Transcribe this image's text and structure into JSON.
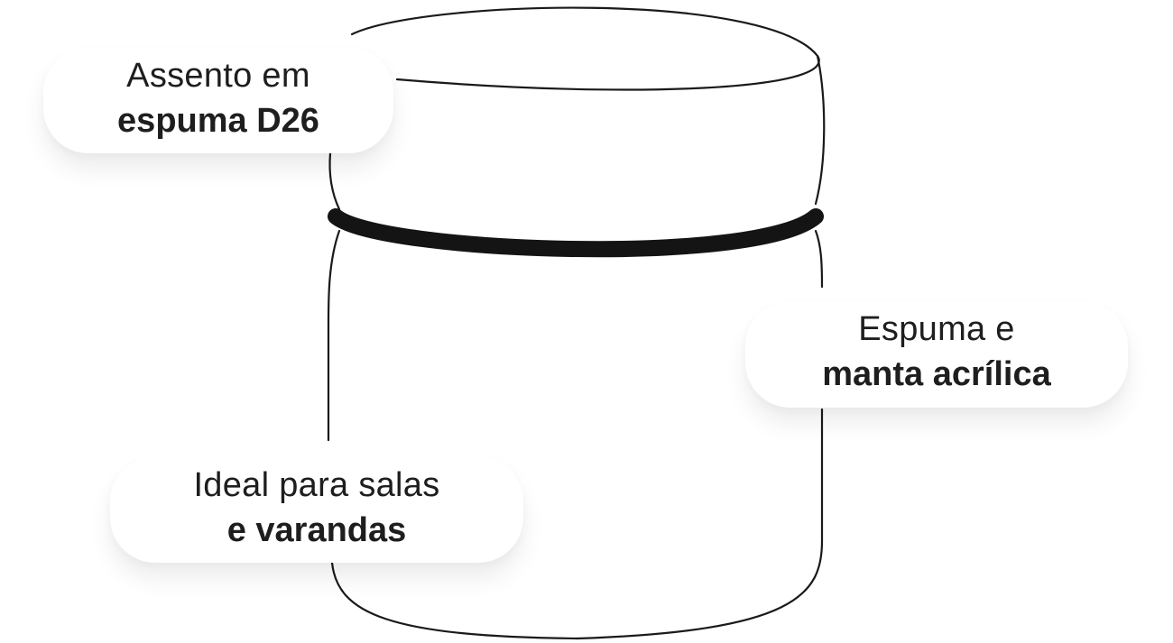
{
  "callouts": {
    "seat": {
      "line1": "Assento em",
      "line2": "espuma D26"
    },
    "foam": {
      "line1": "Espuma e",
      "line2": "manta acrílica"
    },
    "ideal": {
      "line1": "Ideal para salas",
      "line2": "e varandas"
    }
  },
  "colors": {
    "outline": "#1a1a1a",
    "band": "#141414",
    "background": "#ffffff",
    "text": "#1e1e1e"
  }
}
